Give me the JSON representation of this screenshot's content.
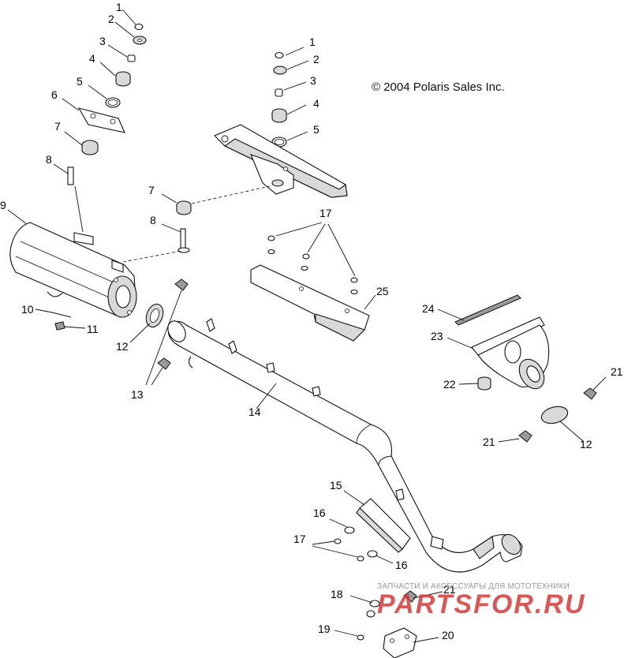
{
  "copyright": "© 2004 Polaris Sales Inc.",
  "watermark": {
    "tagline": "ЗАПЧАСТИ И АКСЕССУАРЫ ДЛЯ МОТОТЕХНИКИ",
    "logo_text": "PARTSFOR.RU"
  },
  "callouts": {
    "c1a": "1",
    "c2a": "2",
    "c3a": "3",
    "c4a": "4",
    "c5a": "5",
    "c6": "6",
    "c7a": "7",
    "c8a": "8",
    "c9": "9",
    "c1b": "1",
    "c2b": "2",
    "c3b": "3",
    "c4b": "4",
    "c5b": "5",
    "c7b": "7",
    "c8b": "8",
    "c17a": "17",
    "c10": "10",
    "c11": "11",
    "c12a": "12",
    "c13": "13",
    "c14": "14",
    "c25": "25",
    "c24": "24",
    "c23": "23",
    "c22": "22",
    "c21a": "21",
    "c21b": "21",
    "c12b": "12",
    "c15": "15",
    "c16a": "16",
    "c17b": "17",
    "c16b": "16",
    "c18": "18",
    "c21c": "21",
    "c19": "19",
    "c20": "20"
  }
}
